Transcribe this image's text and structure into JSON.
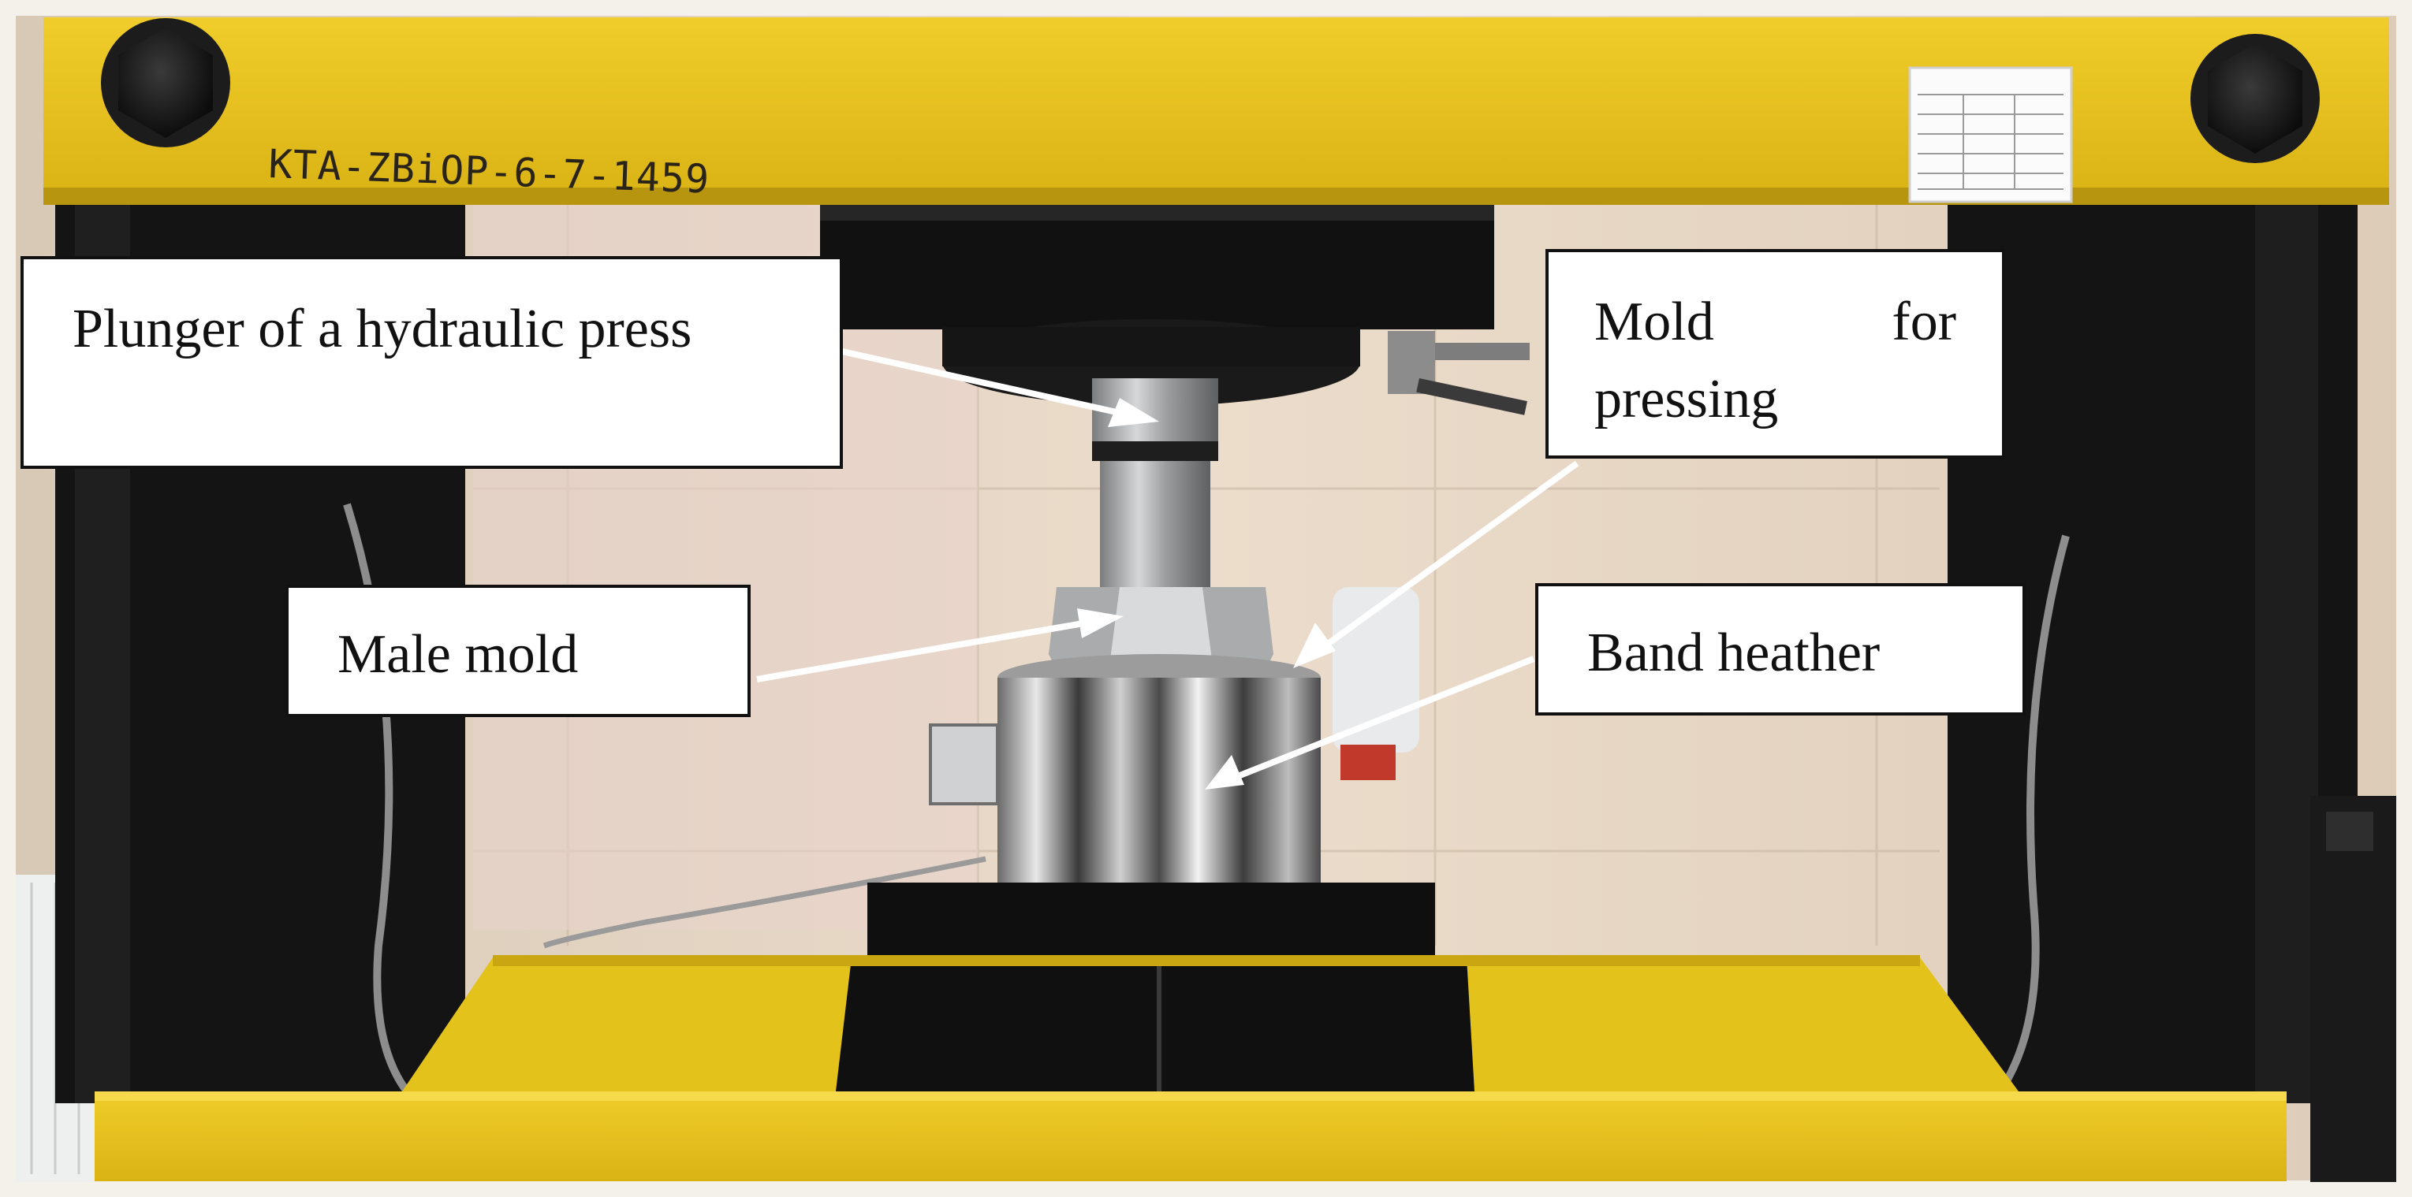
{
  "photo": {
    "press_id_marking": "KTA-ZBiOP-6-7-1459"
  },
  "labels": {
    "plunger": "Plunger of a hydraulic press",
    "mold": "Mold for pressing",
    "male_mold": "Male mold",
    "band_heater": "Band heather"
  },
  "colors": {
    "press_frame": "#e8c21e",
    "press_column": "#151515",
    "wall_tile": "#e6d6c4",
    "label_border": "#111111",
    "arrow": "#ffffff"
  }
}
